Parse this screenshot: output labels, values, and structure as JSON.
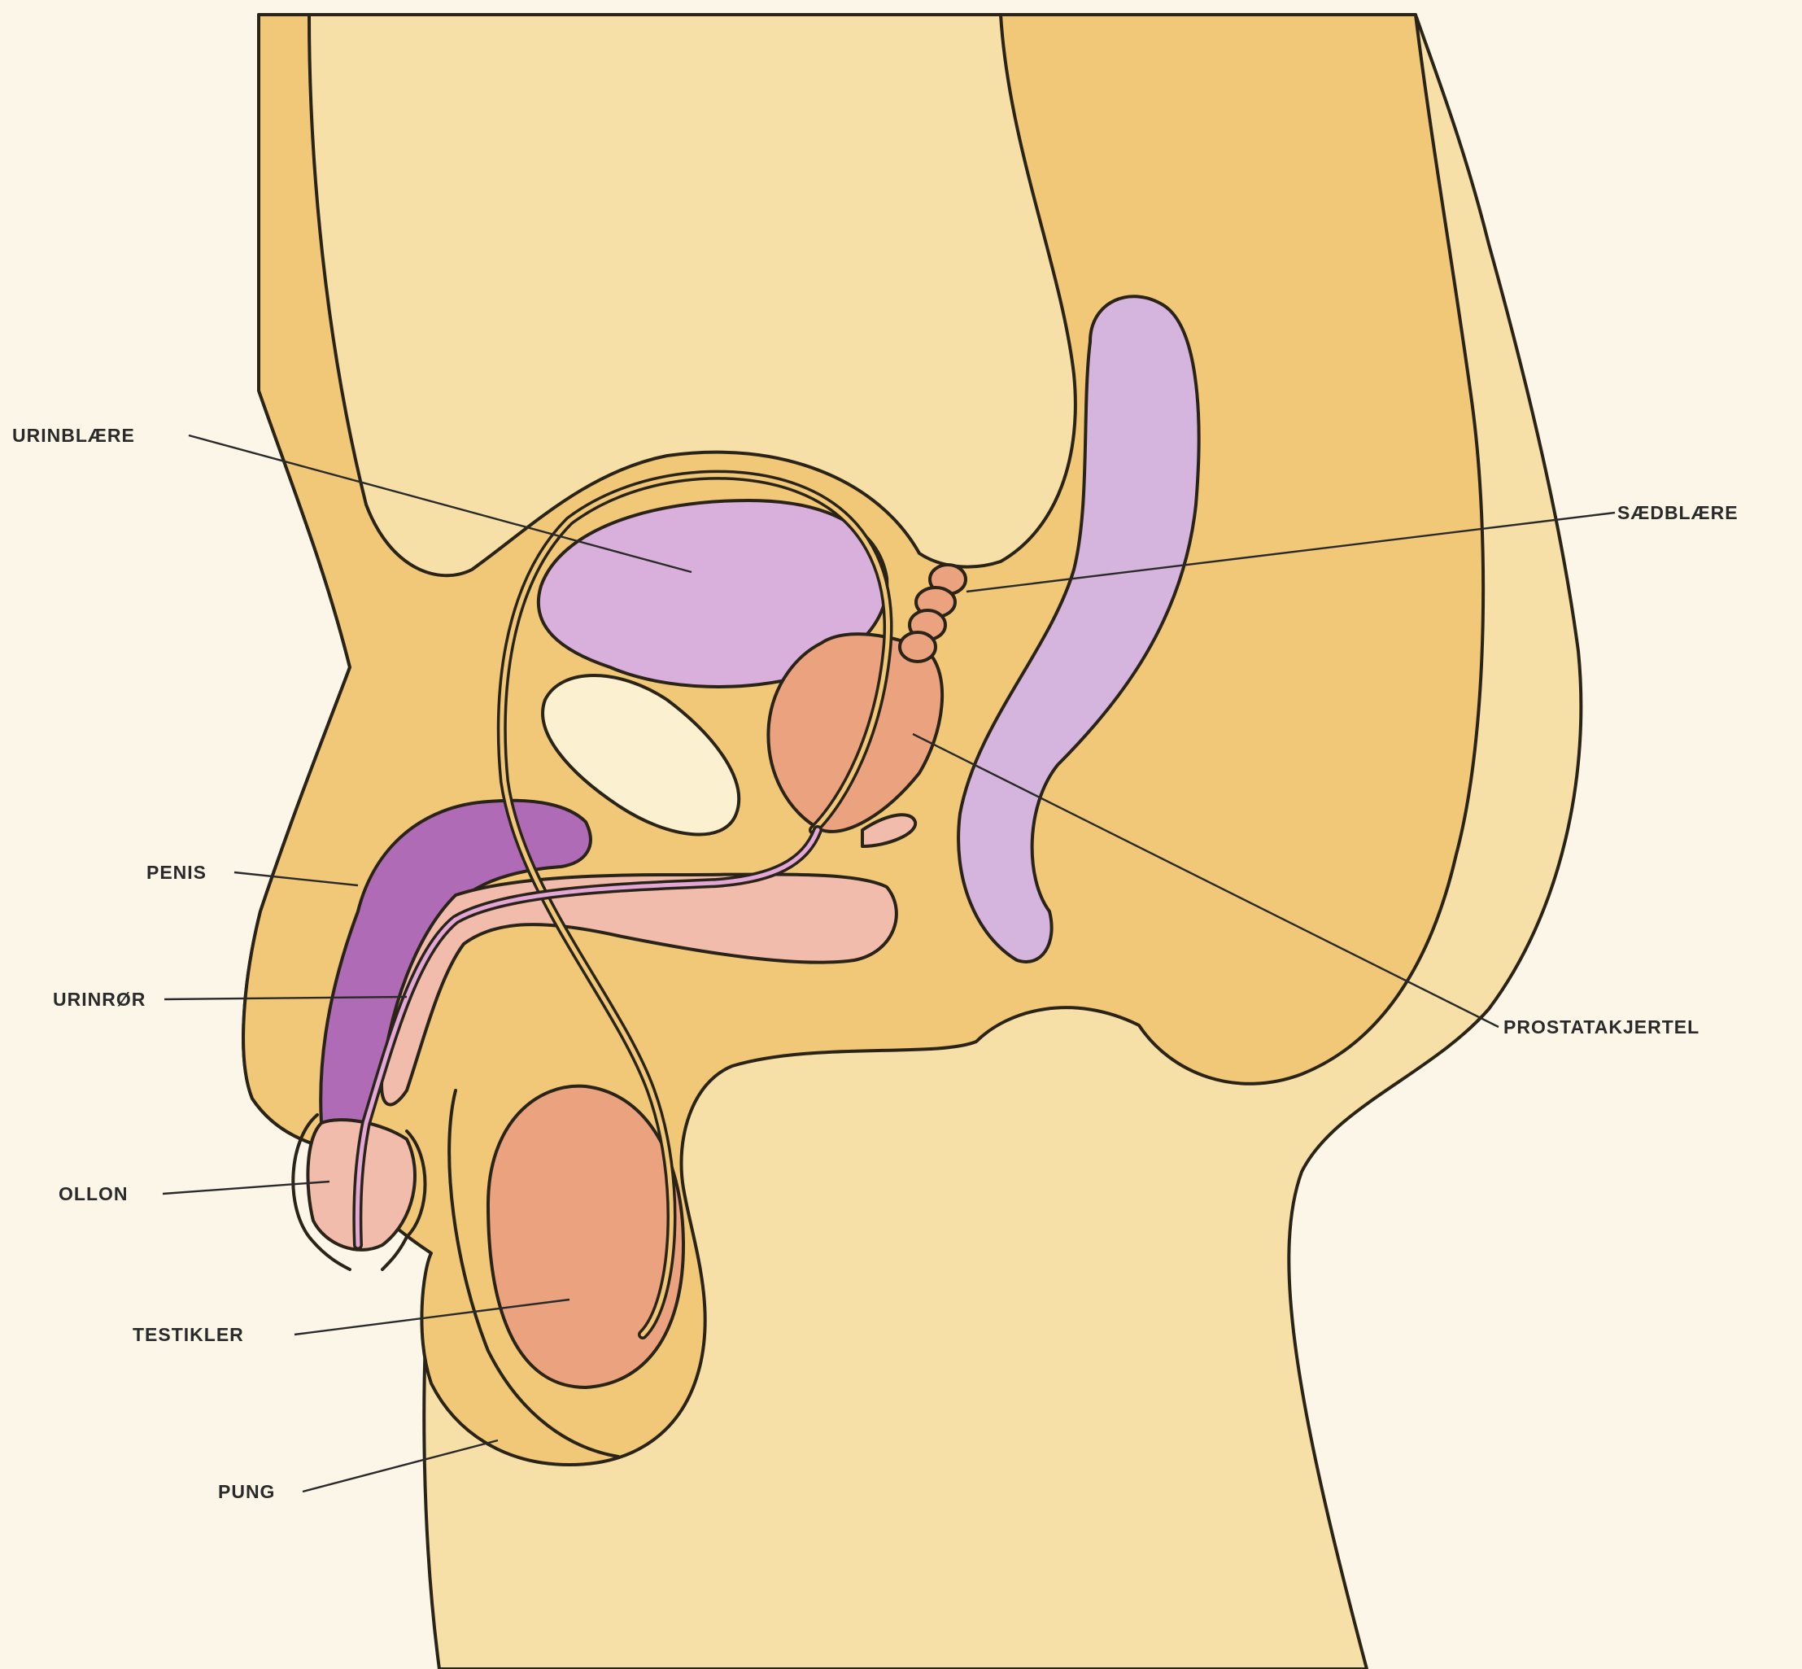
{
  "diagram": {
    "labels": {
      "urinblaere": "URINBLÆRE",
      "saedblaere": "SÆDBLÆRE",
      "penis": "PENIS",
      "prostatakjertel": "PROSTATAKJERTEL",
      "urinror": "URINRØR",
      "ollon": "OLLON",
      "testikler": "TESTIKLER",
      "pung": "PUNG"
    },
    "colors": {
      "background": "#fbf6e8",
      "skin_light": "#f6e0a8",
      "skin_tissue": "#f0c878",
      "bladder": "#d9b0dc",
      "rectum": "#d5b4de",
      "penis_shaft": "#b06bb6",
      "glans_urethra": "#f2bcad",
      "prostata_testis": "#eba27e",
      "outline": "#2a2317"
    }
  }
}
